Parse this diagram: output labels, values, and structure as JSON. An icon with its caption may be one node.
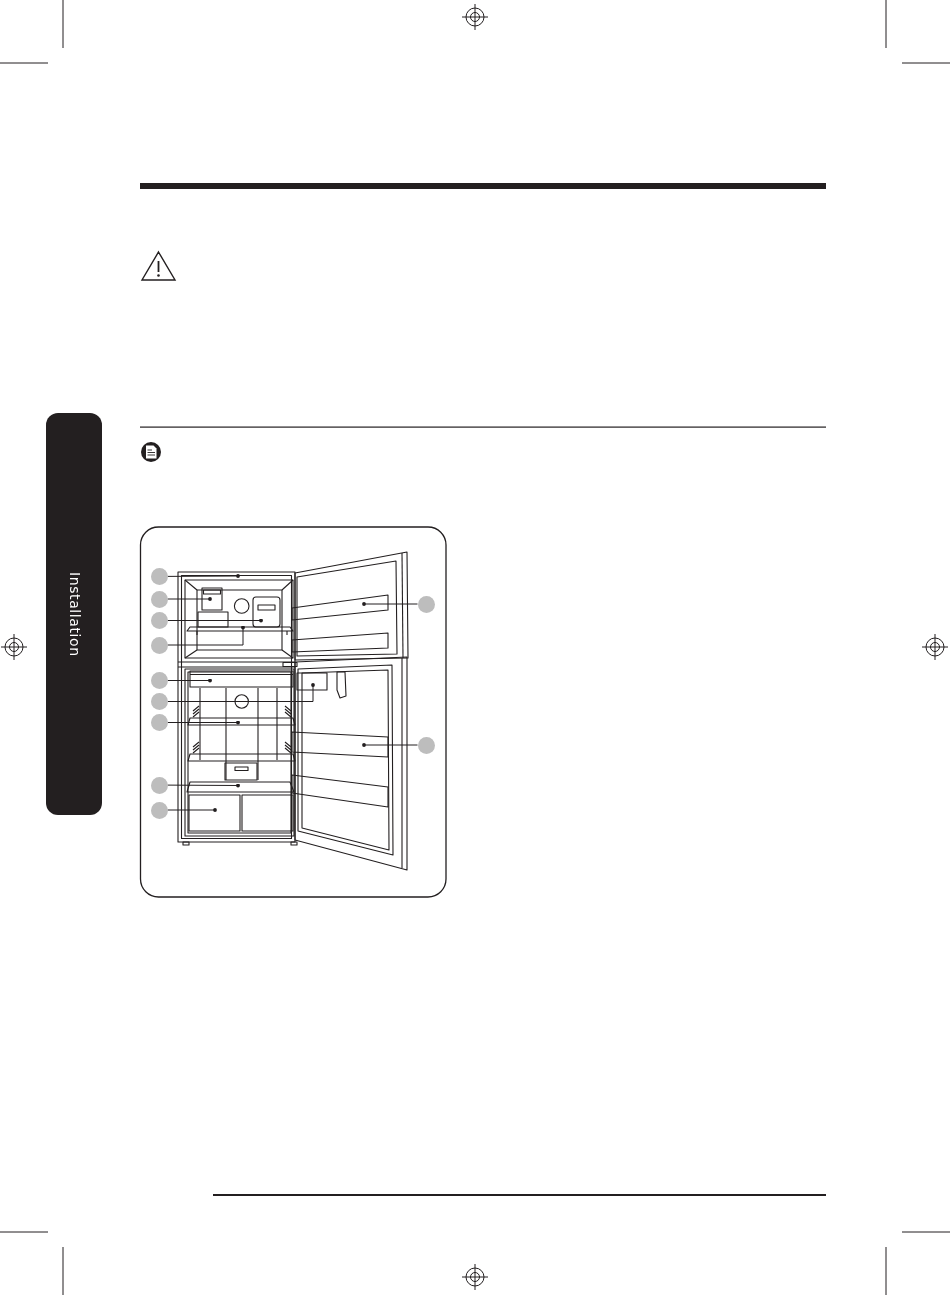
{
  "diagram": {
    "nodes": [
      {
        "text": [
          "Installation"
        ]
      },
      {
        "text": [],
        "shape": "circle"
      },
      {
        "text": [],
        "shape": "circle"
      },
      {
        "text": [],
        "shape": "circle"
      },
      {
        "text": [],
        "shape": "circle"
      },
      {
        "text": [],
        "shape": "circle"
      },
      {
        "text": [],
        "shape": "circle"
      },
      {
        "text": [],
        "shape": "circle"
      },
      {
        "text": [],
        "shape": "circle"
      },
      {
        "text": [],
        "shape": "circle"
      },
      {
        "text": [],
        "shape": "circle"
      },
      {
        "text": [],
        "shape": "circle"
      }
    ],
    "edges": [
      {
        "from": 1,
        "to": null,
        "arrow": "other"
      },
      {
        "from": 2,
        "to": null,
        "arrow": "other"
      },
      {
        "from": 3,
        "to": null,
        "arrow": "other"
      },
      {
        "from": 4,
        "to": null,
        "arrow": "other"
      },
      {
        "from": 5,
        "to": null,
        "arrow": "other"
      },
      {
        "from": 6,
        "to": null,
        "arrow": "other"
      },
      {
        "from": 7,
        "to": null,
        "arrow": "other"
      },
      {
        "from": 8,
        "to": null,
        "arrow": "other"
      },
      {
        "from": 9,
        "to": null,
        "arrow": "other"
      },
      {
        "from": 10,
        "to": null,
        "arrow": "other"
      },
      {
        "from": 11,
        "to": null,
        "arrow": "other"
      }
    ]
  }
}
